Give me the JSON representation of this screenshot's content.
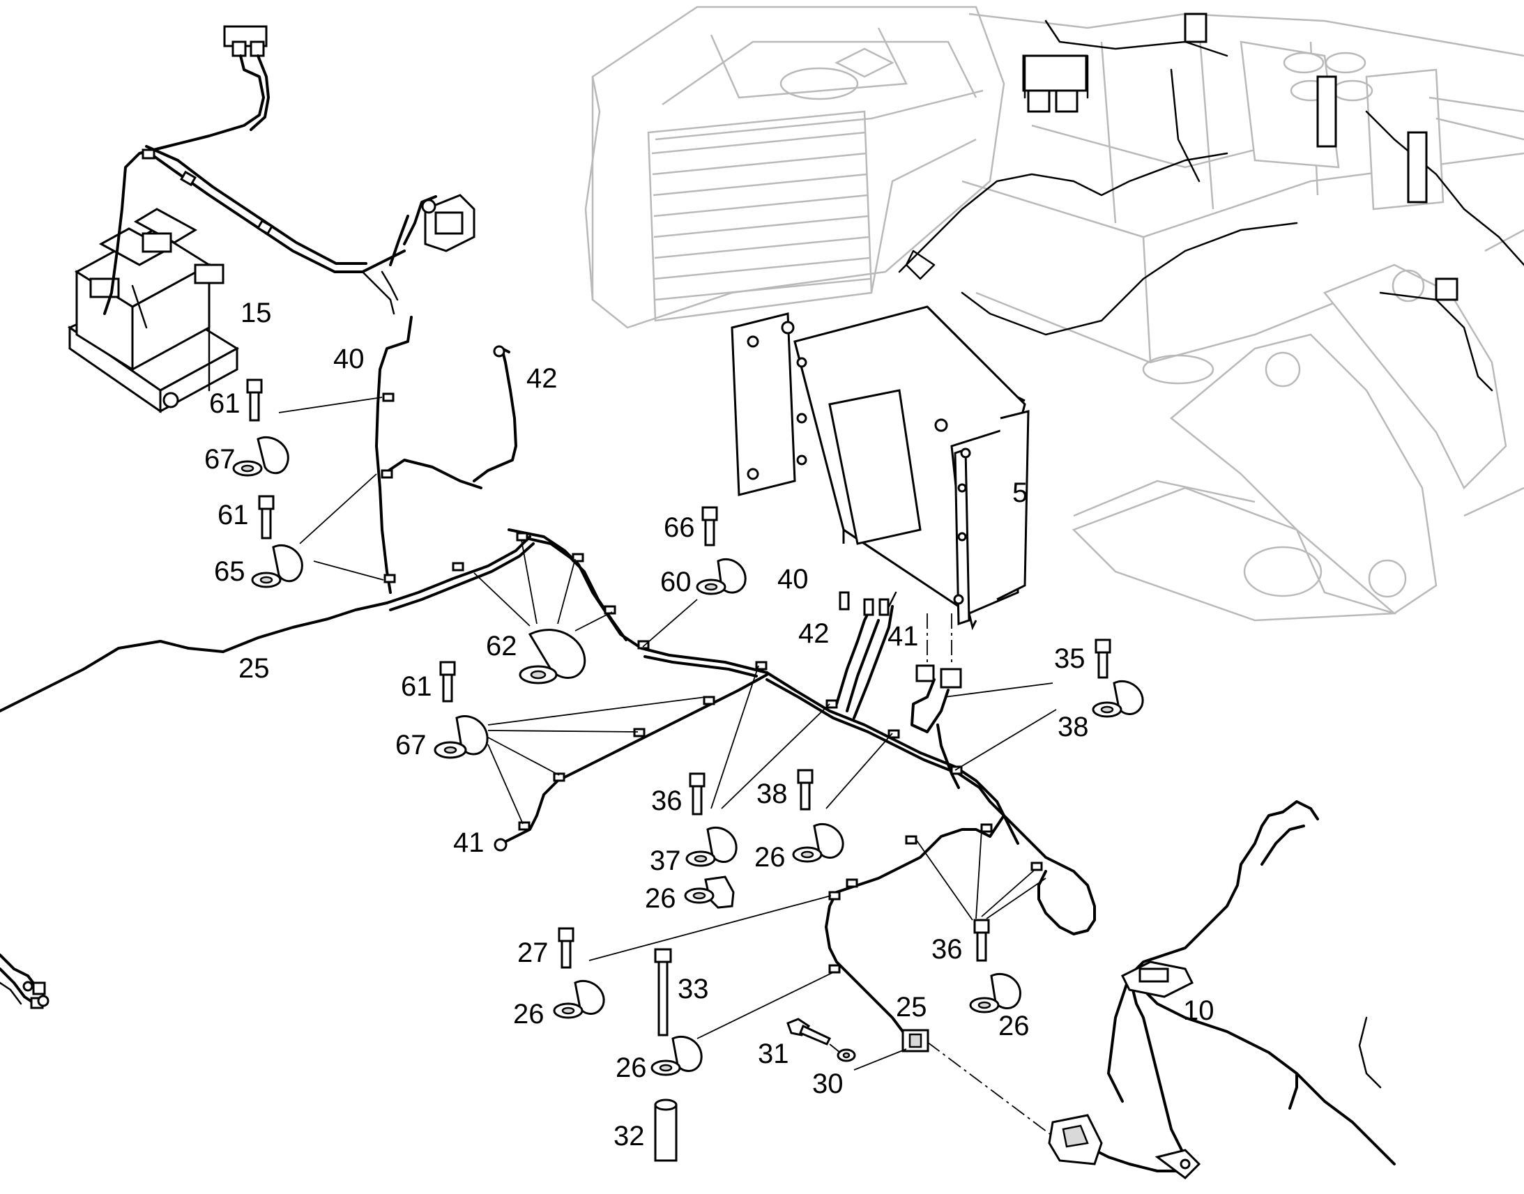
{
  "callouts": [
    {
      "id": "c15",
      "text": "15"
    },
    {
      "id": "c40a",
      "text": "40"
    },
    {
      "id": "c42a",
      "text": "42"
    },
    {
      "id": "c61a",
      "text": "61"
    },
    {
      "id": "c67a",
      "text": "67"
    },
    {
      "id": "c61b",
      "text": "61"
    },
    {
      "id": "c65",
      "text": "65"
    },
    {
      "id": "c25a",
      "text": "25"
    },
    {
      "id": "c62",
      "text": "62"
    },
    {
      "id": "c66",
      "text": "66"
    },
    {
      "id": "c60",
      "text": "60"
    },
    {
      "id": "c40b",
      "text": "40"
    },
    {
      "id": "c42b",
      "text": "42"
    },
    {
      "id": "c41a",
      "text": "41"
    },
    {
      "id": "c5",
      "text": "5"
    },
    {
      "id": "c35",
      "text": "35"
    },
    {
      "id": "c38a",
      "text": "38"
    },
    {
      "id": "c61c",
      "text": "61"
    },
    {
      "id": "c67b",
      "text": "67"
    },
    {
      "id": "c41b",
      "text": "41"
    },
    {
      "id": "c36a",
      "text": "36"
    },
    {
      "id": "c37",
      "text": "37"
    },
    {
      "id": "c26a",
      "text": "26"
    },
    {
      "id": "c38b",
      "text": "38"
    },
    {
      "id": "c26b",
      "text": "26"
    },
    {
      "id": "c27",
      "text": "27"
    },
    {
      "id": "c26c",
      "text": "26"
    },
    {
      "id": "c33",
      "text": "33"
    },
    {
      "id": "c26d",
      "text": "26"
    },
    {
      "id": "c32",
      "text": "32"
    },
    {
      "id": "c31",
      "text": "31"
    },
    {
      "id": "c30",
      "text": "30"
    },
    {
      "id": "c25b",
      "text": "25"
    },
    {
      "id": "c36b",
      "text": "36"
    },
    {
      "id": "c26e",
      "text": "26"
    },
    {
      "id": "c10",
      "text": "10"
    }
  ]
}
